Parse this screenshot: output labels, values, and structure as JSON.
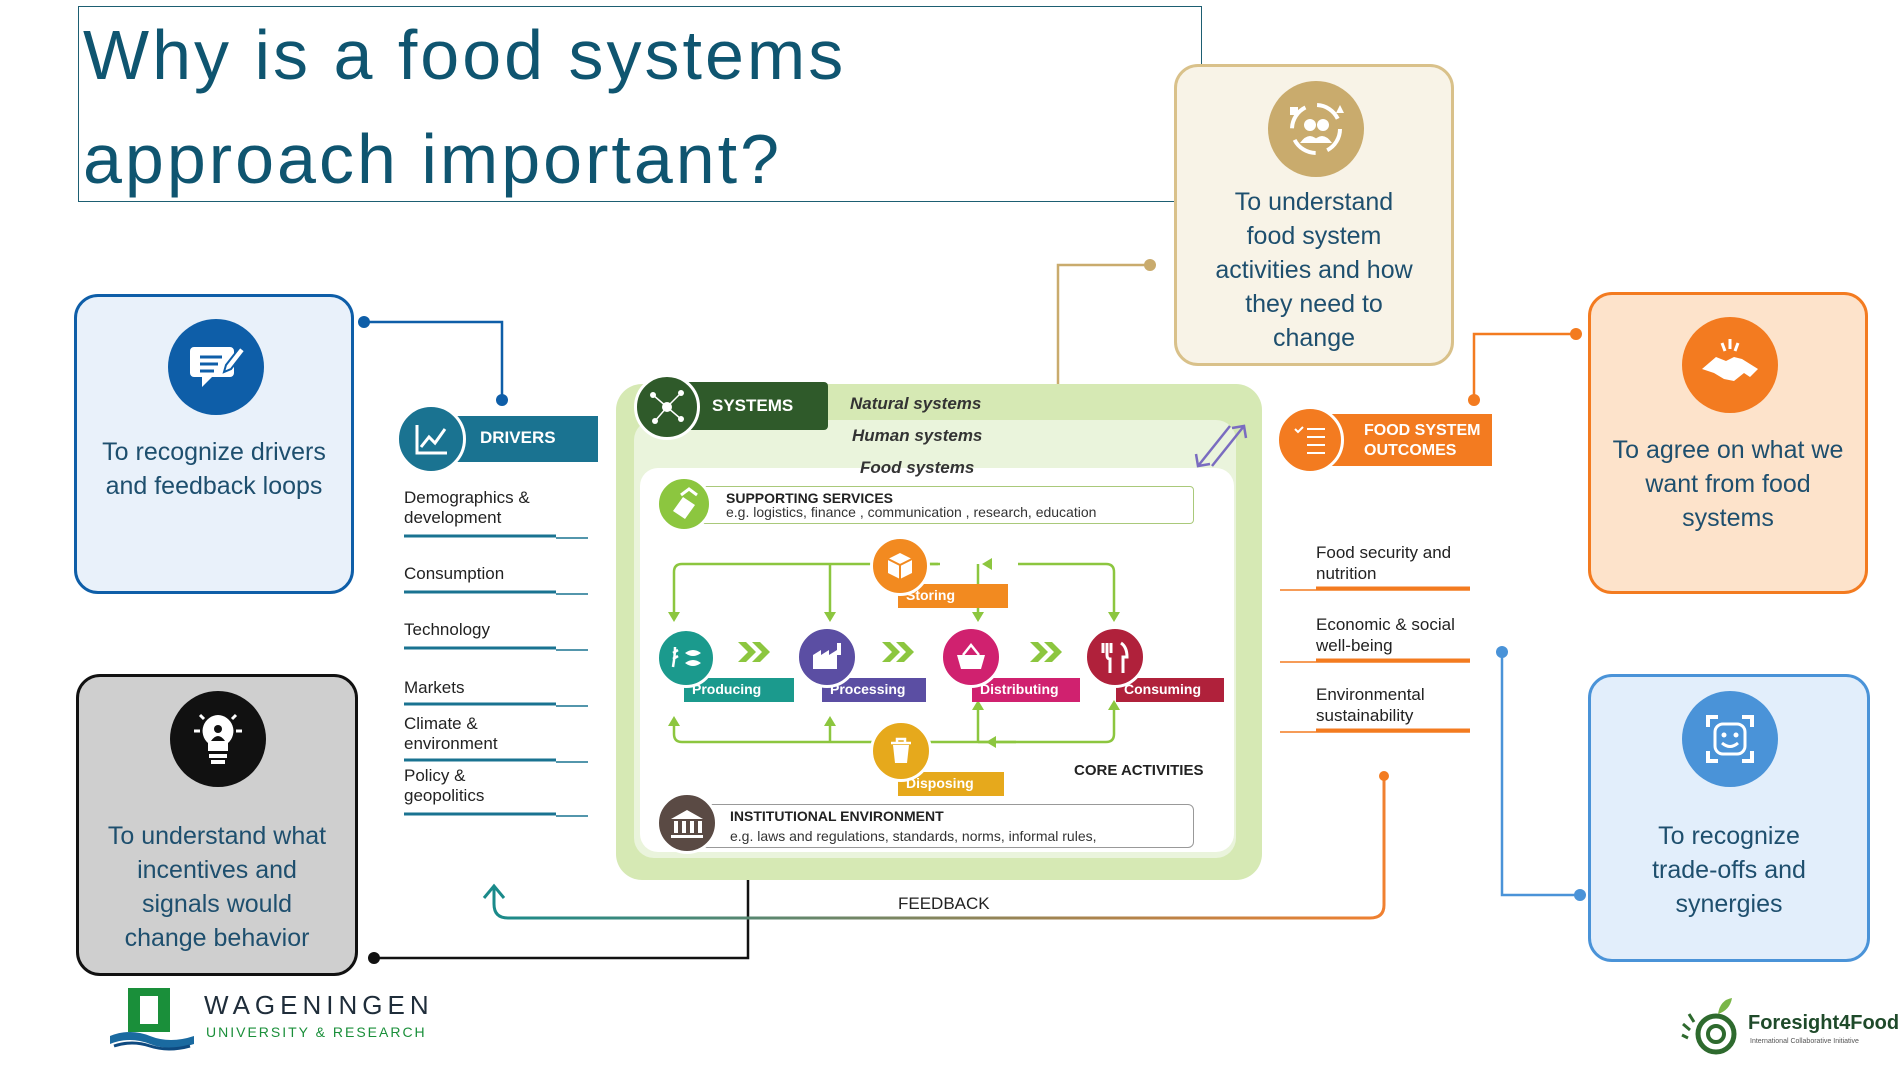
{
  "title": {
    "line1": "Why is a food systems",
    "line2": "approach important?"
  },
  "cards": {
    "drivers": {
      "lines": [
        "To recognize drivers",
        "and feedback loops"
      ],
      "icon": "document-edit-icon",
      "color": "#0e5ea8"
    },
    "activities": {
      "lines": [
        "To understand",
        "food system",
        "activities and how",
        "they need to",
        "change"
      ],
      "icon": "people-cycle-icon",
      "color": "#c9ab6d"
    },
    "outcomes": {
      "lines": [
        "To agree on what we",
        "want from food",
        "systems"
      ],
      "icon": "handshake-icon",
      "color": "#f37b20"
    },
    "incentives": {
      "lines": [
        "To understand what",
        "incentives and",
        "signals  would",
        "change behavior"
      ],
      "icon": "lightbulb-icon",
      "color": "#111111"
    },
    "tradeoffs": {
      "lines": [
        "To recognize",
        "trade-offs and",
        "synergies"
      ],
      "icon": "face-scan-icon",
      "color": "#4a93d8"
    }
  },
  "diagram": {
    "drivers_header": "DRIVERS",
    "drivers": [
      [
        "Demographics &",
        "development"
      ],
      [
        "Consumption"
      ],
      [
        "Technology"
      ],
      [
        "Markets"
      ],
      [
        "Climate &",
        "environment"
      ],
      [
        "Policy &",
        "geopolitics"
      ]
    ],
    "systems_header": "SYSTEMS",
    "natural_systems": "Natural systems",
    "human_systems": "Human systems",
    "food_systems": "Food systems",
    "supporting_title": "SUPPORTING SERVICES",
    "supporting_sub": "e.g. logistics, finance , communication , research, education",
    "activities": {
      "storing": "Storing",
      "producing": "Producing",
      "processing": "Processing",
      "distributing": "Distributing",
      "consuming": "Consuming",
      "disposing": "Disposing"
    },
    "core_activities": "CORE ACTIVITIES",
    "institutional_title": "INSTITUTIONAL ENVIRONMENT",
    "institutional_sub": "e.g. laws and regulations, standards, norms, informal rules,",
    "outcomes_header": [
      "FOOD SYSTEM",
      "OUTCOMES"
    ],
    "outcomes": [
      [
        "Food security and",
        "nutrition"
      ],
      [
        "Economic & social",
        "well-being"
      ],
      [
        "Environmental",
        "sustainability"
      ]
    ],
    "feedback": "FEEDBACK"
  },
  "logos": {
    "wur_name": "WAGENINGEN",
    "wur_sub": "UNIVERSITY & RESEARCH",
    "f4f_name": "Foresight4Food",
    "f4f_sub": "International Collaborative Initiative"
  },
  "colors": {
    "title": "#0f5570",
    "drivers": "#1a7391",
    "systems": "#2f5a2a",
    "panel": "#d6e9b4",
    "outcomes": "#f37b20",
    "producing": "#1b9a8d",
    "processing": "#5b4ea3",
    "distributing": "#d0216f",
    "consuming": "#b0213b",
    "storing": "#f28a20",
    "disposing": "#e6a91c"
  }
}
